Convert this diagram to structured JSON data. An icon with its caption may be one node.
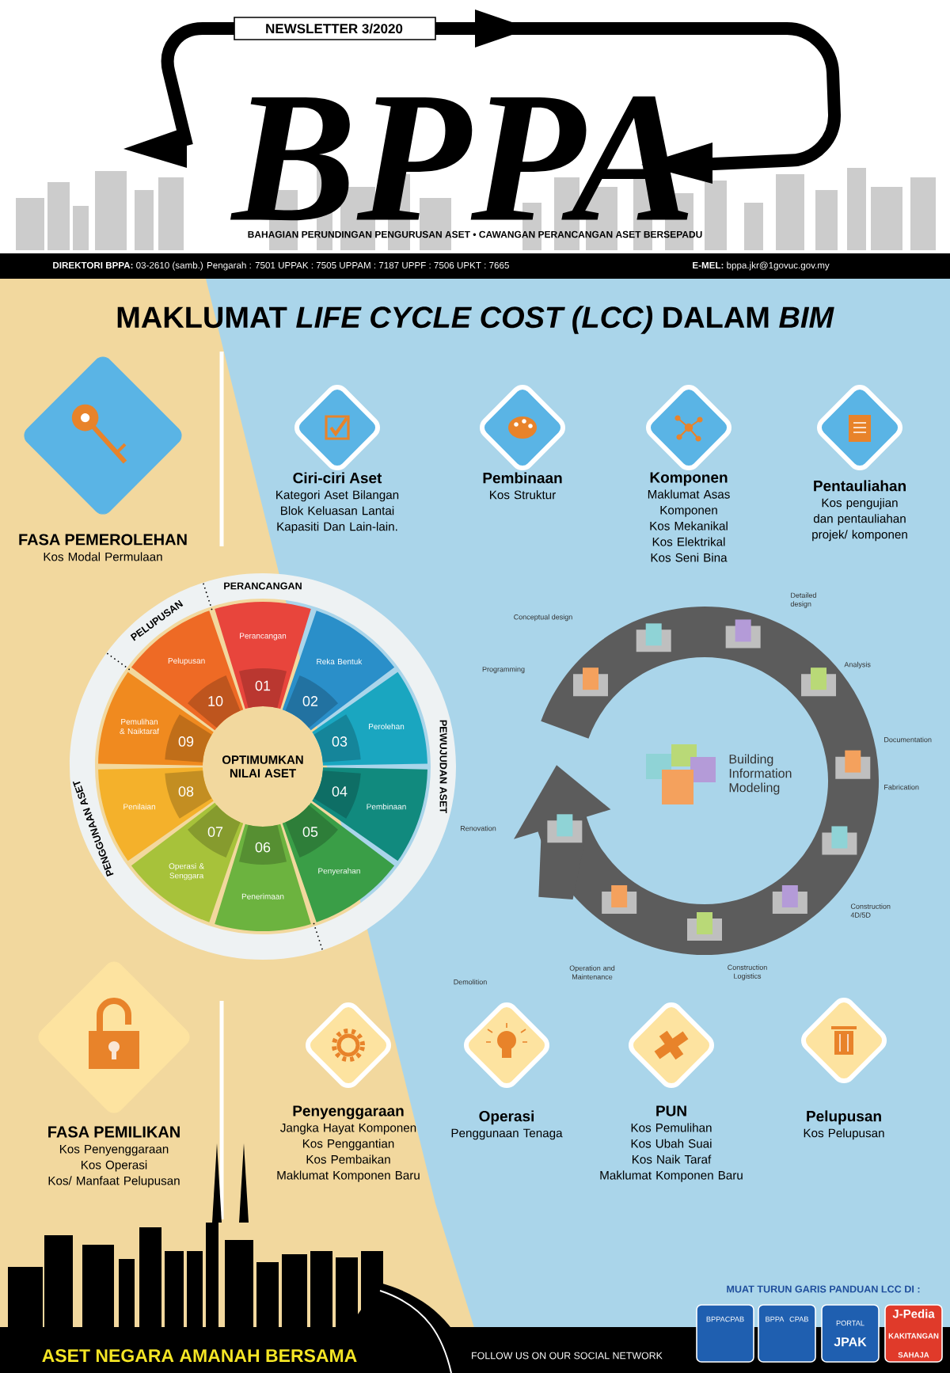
{
  "diagram": {
    "title": "MAKLUMAT *LIFE CYCLE COST (LCC)* DALAM *BIM*",
    "nodes": [
      {
        "text": [
          "FASA PEMEROLEHAN",
          "Kos Modal Permulaan"
        ]
      },
      {
        "text": [
          "Ciri-ciri Aset",
          "Kategori Aset Bilangan Blok Keluasan Lantai Kapasiti Dan Lain-lain."
        ]
      },
      {
        "text": [
          "Pembinaan",
          "Kos Struktur"
        ]
      },
      {
        "text": [
          "Komponen",
          "Maklumat Asas Komponen",
          "Kos Mekanikal",
          "Kos Elektrikal",
          "Kos Seni Bina"
        ]
      },
      {
        "text": [
          "Pentauliahan",
          "Kos pengujian dan pentauliahan projek/ komponen"
        ]
      },
      {
        "text": [
          "Perancangan",
          "01"
        ]
      },
      {
        "text": [
          "Reka Bentuk",
          "02"
        ]
      },
      {
        "text": [
          "03",
          "Perolehan"
        ]
      },
      {
        "text": [
          "04",
          "Pembinaan"
        ]
      },
      {
        "text": [
          "05",
          "Penyerahan"
        ]
      },
      {
        "text": [
          "06",
          "Penerimaan"
        ]
      },
      {
        "text": [
          "07",
          "Operasi & Senggara"
        ]
      },
      {
        "text": [
          "08",
          "Penilaian"
        ]
      },
      {
        "text": [
          "Pemulihan & Naiktaraf",
          "09"
        ]
      },
      {
        "text": [
          "Pelupusan",
          "10"
        ]
      },
      {
        "text": [
          "FASA PEMILIKAN",
          "Kos Penyenggaraan",
          "Kos Operasi",
          "Kos/ Manfaat Pelupusan"
        ]
      },
      {
        "text": [
          "Penyenggaraan",
          "Jangka Hayat Komponen",
          "Kos Penggantian",
          "Kos Pembaikan",
          "Maklumat Komponen Baru"
        ]
      },
      {
        "text": [
          "Operasi",
          "Penggunaan Tenaga"
        ]
      },
      {
        "text": [
          "PUN",
          "Kos Pemulihan",
          "Kos Ubah Suai",
          "Kos Naik Taraf",
          "Maklumat Komponen Baru"
        ]
      },
      {
        "text": [
          "Pelupusan",
          "Kos Pelupusan"
        ]
      },
      {
        "text": [
          "BPPACPAB"
        ]
      },
      {
        "text": [
          "BPPA CPAB"
        ]
      },
      {
        "text": [
          "PORTAL",
          "JPAK"
        ]
      },
      {
        "text": [
          "J-Pedia",
          "KAKITANGAN SAHAJA"
        ]
      }
    ],
    "labels": [
      "NEWSLETTER 3/2020",
      "BPPA",
      "BAHAGIAN PERUNDINGAN PENGURUSAN ASET • CAWANGAN PERANCANGAN ASET BERSEPADU",
      "**DIREKTORI BPPA:** 03-2610 (samb.) Pengarah : 7501 UPPAK : 7505 UPPAM : 7187 UPPF : 7506 UPKT : 7665",
      "**E-MEL:** bppa.jkr@1govuc.gov.my",
      "PERANCANGAN",
      "PELUPUSAN",
      "PEWUJUDAN ASET",
      "PENGGUNAAN ASET",
      "OPTIMUMKAN NILAI ASET",
      "Conceptual design",
      "Detailed design",
      "Programming",
      "Analysis",
      "Documentation",
      "Building Information Modeling",
      "Fabrication",
      "Renovation",
      "Construction 4D/5D",
      "Demolition",
      "Operation and Maintenance",
      "Construction Logistics",
      "MUAT TURUN GARIS PANDUAN LCC DI :",
      "ASET NEGARA AMANAH BERSAMA",
      "FOLLOW US ON OUR SOCIAL NETWORK"
    ]
  }
}
